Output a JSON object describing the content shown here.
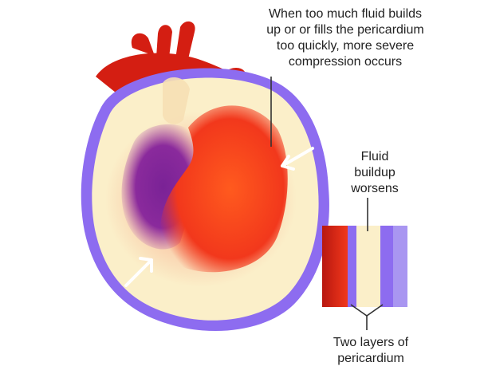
{
  "labels": {
    "compression_note": [
      "When too much fluid builds",
      "up or or fills the pericardium",
      "too quickly, more severe",
      "compression occurs"
    ],
    "fluid_buildup": [
      "Fluid",
      "buildup",
      "worsens"
    ],
    "two_layers": [
      "Two layers of",
      "pericardium"
    ]
  },
  "colors": {
    "pericardium_outer": "#8d6cf0",
    "pericardial_fluid": "#fbefc9",
    "heart_red": "#f2381c",
    "heart_purple": "#8a2a9c",
    "vessels": "#d41e12",
    "arrow": "#ffffff"
  }
}
